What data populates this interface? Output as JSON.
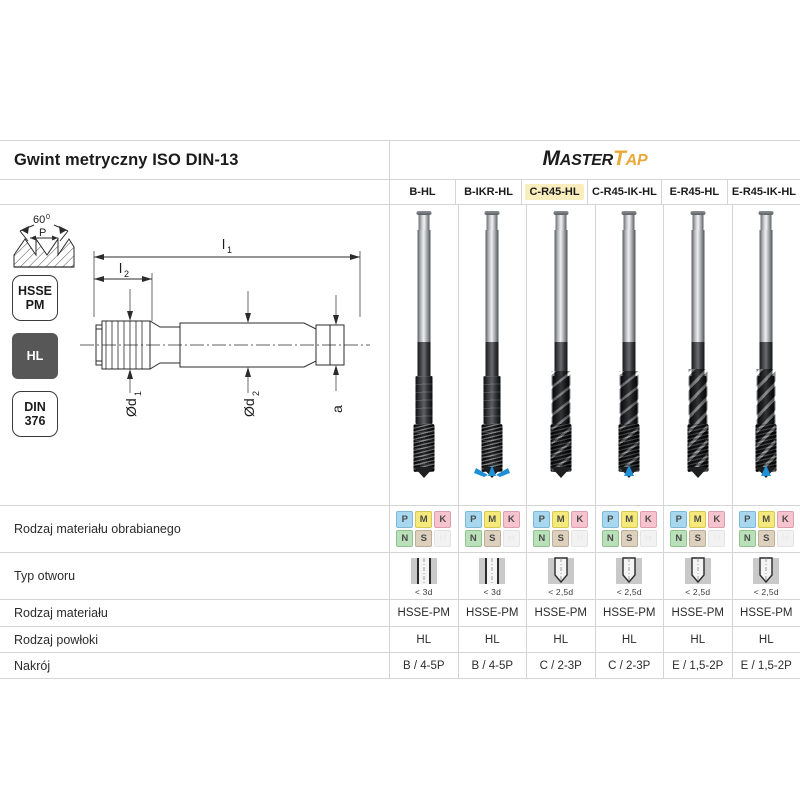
{
  "header": {
    "title": "Gwint metryczny ISO DIN-13",
    "logo": {
      "part1": "M",
      "part2": "ASTER",
      "part3": "T",
      "part4": "AP"
    }
  },
  "left_panel": {
    "thread_profile": {
      "angle": "60",
      "angle_unit": "0",
      "pitch": "P"
    },
    "badges": [
      {
        "line1": "HSSE",
        "line2": "PM",
        "style": "light"
      },
      {
        "line1": "HL",
        "line2": "",
        "style": "dark"
      },
      {
        "line1": "DIN",
        "line2": "376",
        "style": "light"
      }
    ],
    "drawing": {
      "l1": "l",
      "l1_sub": "1",
      "l2": "l",
      "l2_sub": "2",
      "d1": "Ød",
      "d1_sub": "1",
      "d2": "Ød",
      "d2_sub": "2",
      "a": "a"
    }
  },
  "columns": [
    {
      "name": "B-HL",
      "highlighted": false
    },
    {
      "name": "B-IKR-HL",
      "highlighted": false
    },
    {
      "name": "C-R45-HL",
      "highlighted": true
    },
    {
      "name": "C-R45-IK-HL",
      "highlighted": false
    },
    {
      "name": "E-R45-HL",
      "highlighted": false
    },
    {
      "name": "E-R45-IK-HL",
      "highlighted": false
    }
  ],
  "rows": {
    "material_group": {
      "label": "Rodzaj materiału obrabianego"
    },
    "hole_type": {
      "label": "Typ otworu"
    },
    "grade": {
      "label": "Rodzaj materiału"
    },
    "coating": {
      "label": "Rodzaj powłoki"
    },
    "lead": {
      "label": "Nakrój"
    }
  },
  "material_codes": [
    "P",
    "M",
    "K",
    "N",
    "S",
    "H"
  ],
  "products": [
    {
      "name": "B-HL",
      "flute": "straight",
      "coolant": false,
      "materials": [
        "P",
        "M",
        "K",
        "N",
        "S"
      ],
      "hole_type": "through",
      "hole_depth": "< 3d",
      "grade": "HSSE-PM",
      "coating": "HL",
      "lead": "B / 4-5P"
    },
    {
      "name": "B-IKR-HL",
      "flute": "straight",
      "coolant": true,
      "materials": [
        "P",
        "M",
        "K",
        "N",
        "S"
      ],
      "hole_type": "through",
      "hole_depth": "< 3d",
      "grade": "HSSE-PM",
      "coating": "HL",
      "lead": "B / 4-5P"
    },
    {
      "name": "C-R45-HL",
      "flute": "spiral45",
      "coolant": false,
      "materials": [
        "P",
        "M",
        "K",
        "N",
        "S"
      ],
      "hole_type": "blind",
      "hole_depth": "< 2,5d",
      "grade": "HSSE-PM",
      "coating": "HL",
      "lead": "C / 2-3P"
    },
    {
      "name": "C-R45-IK-HL",
      "flute": "spiral45",
      "coolant": true,
      "materials": [
        "P",
        "M",
        "K",
        "N",
        "S"
      ],
      "hole_type": "blind",
      "hole_depth": "< 2,5d",
      "grade": "HSSE-PM",
      "coating": "HL",
      "lead": "C / 2-3P"
    },
    {
      "name": "E-R45-HL",
      "flute": "spiralE",
      "coolant": false,
      "materials": [
        "P",
        "M",
        "K",
        "N",
        "S"
      ],
      "hole_type": "blind",
      "hole_depth": "< 2,5d",
      "grade": "HSSE-PM",
      "coating": "HL",
      "lead": "E / 1,5-2P"
    },
    {
      "name": "E-R45-IK-HL",
      "flute": "spiralE",
      "coolant": true,
      "materials": [
        "P",
        "M",
        "K",
        "N",
        "S"
      ],
      "hole_type": "blind",
      "hole_depth": "< 2,5d",
      "grade": "HSSE-PM",
      "coating": "HL",
      "lead": "E / 1,5-2P"
    }
  ],
  "colors": {
    "accent": "#e9a83a",
    "highlight": "#faeebe",
    "badge_dark": "#575757",
    "coolant": "#1f8fd6",
    "P": "#a8d8ef",
    "M": "#f4e97a",
    "K": "#f6c3ce",
    "N": "#b9e0b9",
    "S": "#ddd0bd",
    "H": "#f2f2f2"
  }
}
